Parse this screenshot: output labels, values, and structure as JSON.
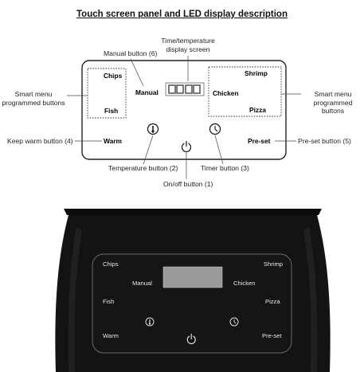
{
  "title": "Touch screen panel and LED display description",
  "callouts": {
    "time_temp_display": "Time/temperature\ndisplay screen",
    "manual_button": "Manual button (6)",
    "smart_menu_left": "Smart menu\nprogrammed buttons",
    "smart_menu_right": "Smart menu\nprogrammed buttons",
    "keep_warm": "Keep warm button (4)",
    "preset": "Pre-set button (5)",
    "temperature": "Temperature button (2)",
    "timer": "Timer button (3)",
    "onoff": "On/off button (1)"
  },
  "panel": {
    "chips": "Chips",
    "fish": "Fish",
    "manual": "Manual",
    "shrimp": "Shrimp",
    "chicken": "Chicken",
    "pizza": "Pizza",
    "warm": "Warm",
    "preset": "Pre-set"
  },
  "device": {
    "chips": "Chips",
    "shrimp": "Shrimp",
    "manual": "Manual",
    "chicken": "Chicken",
    "fish": "Fish",
    "pizza": "Pizza",
    "warm": "Warm",
    "preset": "Pre-set"
  },
  "icons": {
    "temperature": "thermometer-icon",
    "timer": "clock-icon",
    "power": "power-icon",
    "display": "led-segment-display"
  }
}
